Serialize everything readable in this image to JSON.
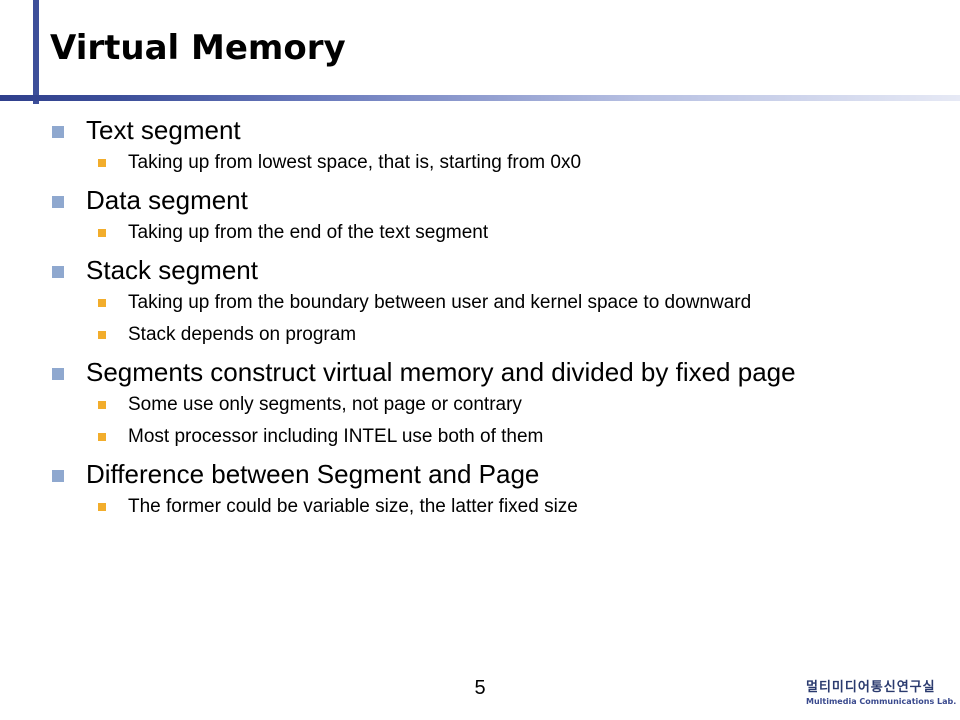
{
  "slide": {
    "title": "Virtual Memory",
    "page_number": "5",
    "logo": {
      "korean": "멀티미디어통신연구실",
      "english": "Multimedia Communications Lab."
    },
    "colors": {
      "frame": "#3d4f9a",
      "level1_bullet": "#8fa8cf",
      "level2_bullet": "#f2ad2c"
    },
    "bullets": [
      {
        "text": "Text segment",
        "sub": [
          "Taking up from lowest space, that is, starting from 0x0"
        ]
      },
      {
        "text": "Data segment",
        "sub": [
          "Taking up from the end of the text segment"
        ]
      },
      {
        "text": "Stack segment",
        "sub": [
          "Taking up from the boundary between user and kernel space to downward",
          "Stack depends on program"
        ]
      },
      {
        "text": "Segments construct virtual memory and divided by fixed page",
        "sub": [
          "Some use only segments, not page or contrary",
          "Most processor including INTEL use both of them"
        ]
      },
      {
        "text": "Difference between Segment and Page",
        "sub": [
          "The former could be variable size, the latter fixed size"
        ]
      }
    ]
  }
}
